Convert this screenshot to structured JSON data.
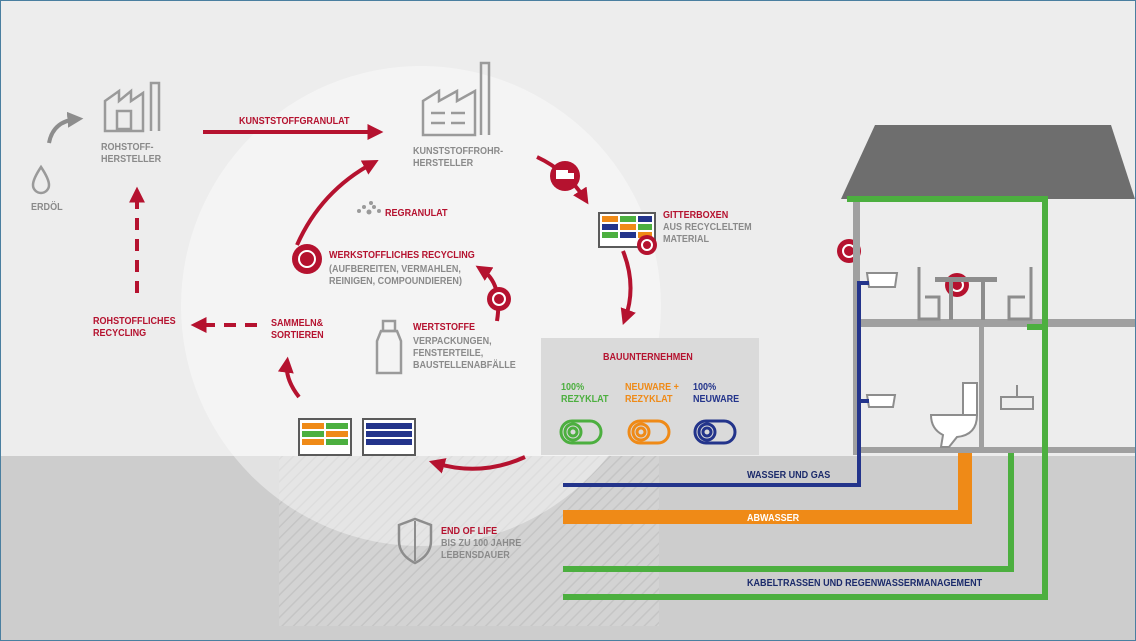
{
  "labels": {
    "erdoel": "ERDÖL",
    "rohstoff_hersteller": "ROHSTOFF-\nHERSTELLER",
    "kunststoffgranulat": "KUNSTSTOFFGRANULAT",
    "kunststoffrohr_hersteller": "KUNSTSTOFFROHR-\nHERSTELLER",
    "regranulat": "REGRANULAT",
    "gitterboxen_title": "GITTERBOXEN",
    "gitterboxen_sub": "AUS RECYCLELTEM\nMATERIAL",
    "werkstoffliches_title": "WERKSTOFFLICHES RECYCLING",
    "werkstoffliches_sub": "(AUFBEREITEN, VERMAHLEN,\nREINIGEN, COMPOUNDIEREN)",
    "rohstoffliches_recycling": "ROHSTOFFLICHES\nRECYCLING",
    "sammeln_sortieren": "SAMMELN&\nSORTIEREN",
    "wertstoffe_title": "WERTSTOFFE",
    "wertstoffe_sub": "VERPACKUNGEN,\nFENSTERTEILE,\nBAUSTELLENABFÄLLE",
    "bauunternehmen": "BAUUNTERNEHMEN",
    "rezyklat_100": "100%\nREZYKLAT",
    "neuware_rezyklat": "NEUWARE +\nREZYKLAT",
    "neuware_100": "100%\nNEUWARE",
    "end_of_life_title": "END OF LIFE",
    "end_of_life_sub": "BIS ZU 100 JAHRE\nLEBENSDAUER",
    "wasser_und_gas": "WASSER UND GAS",
    "abwasser": "ABWASSER",
    "kabeltrassen": "KABELTRASSEN UND REGENWASSERMANAGEMENT"
  },
  "colors": {
    "recycling_red": "#b5122f",
    "icon_grey": "#9a9a9a",
    "rezyklat_green": "#4caf3f",
    "mixed_orange": "#ef8a17",
    "neuware_navy": "#23348b",
    "ground_grey": "#cfcfcf",
    "roof_grey": "#6e6e6e"
  },
  "icons": [
    "oil-drop-icon",
    "factory-icon",
    "truck-icon",
    "crate-icon",
    "bottle-icon",
    "shield-icon",
    "recycle-icon",
    "pipe-icon",
    "house-icon"
  ]
}
